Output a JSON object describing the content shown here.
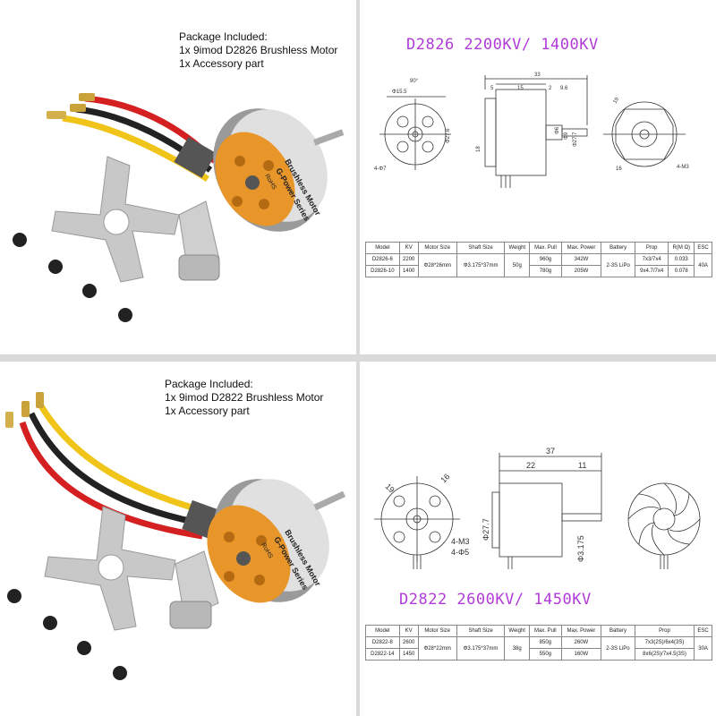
{
  "top_left": {
    "heading": "Package Included:",
    "line1": "1x 9imod D2826 Brushless Motor",
    "line2": "1x Accessory part",
    "motor_label_1": "Brushless Motor",
    "motor_label_2": "G-Power Series",
    "motor_label_3": "RoHS"
  },
  "top_right": {
    "title": "D2826  2200KV/ 1400KV",
    "dims": {
      "d90": "90°",
      "d155": "Φ15.5",
      "d276": "Φ27.6",
      "d47": "4-Φ7",
      "d33": "33",
      "d5": "5",
      "d15": "15",
      "d2": "2",
      "d96": "9.6",
      "d18": "18",
      "d6": "Φ6",
      "d9": "Φ9",
      "d277": "Φ27.7",
      "d19": "19",
      "d16": "16",
      "d4m3": "4-M3"
    },
    "table": {
      "headers": [
        "Model",
        "KV",
        "Motor Size",
        "Shaft Size",
        "Weight",
        "Max. Pull",
        "Max. Power",
        "Battery",
        "Prop",
        "R(M Ω)",
        "ESC"
      ],
      "rows": [
        [
          "D2826-6",
          "2200",
          "960g",
          "342W",
          "7x3/7x4",
          "0.033"
        ],
        [
          "D2826-10",
          "1400",
          "780g",
          "205W",
          "9x4.7/7x4",
          "0.078"
        ]
      ],
      "shared": {
        "motor_size": "Φ28*26mm",
        "shaft_size": "Φ3.175*37mm",
        "weight": "50g",
        "battery": "2-3S LiPo",
        "esc": "40A"
      }
    }
  },
  "bottom_left": {
    "heading": "Package Included:",
    "line1": "1x 9imod D2822 Brushless Motor",
    "line2": "1x Accessory part",
    "motor_label_1": "Brushless Motor",
    "motor_label_2": "G-Power Series",
    "motor_label_3": "RoHS"
  },
  "bottom_right": {
    "title": "D2822  2600KV/ 1450KV",
    "dims": {
      "d37": "37",
      "d22": "22",
      "d11": "11",
      "d19": "19",
      "d16": "16",
      "d277": "Φ27.7",
      "d3175": "Φ3.175",
      "d4m3": "4-M3",
      "d45": "4-Φ5"
    },
    "table": {
      "headers": [
        "Model",
        "KV",
        "Motor Size",
        "Shaft Size",
        "Weight",
        "Max. Pull",
        "Max. Power",
        "Battery",
        "Prop",
        "ESC"
      ],
      "rows": [
        [
          "D2822-8",
          "2600",
          "850g",
          "260W",
          "7x3(2S)/6x4(3S)"
        ],
        [
          "D2822-14",
          "1450",
          "550g",
          "160W",
          "8x6(2S)/7x4.5(3S)"
        ]
      ],
      "shared": {
        "motor_size": "Φ28*22mm",
        "shaft_size": "Φ3.175*37mm",
        "weight": "38g",
        "battery": "2-3S LiPo",
        "esc": "30A"
      }
    }
  },
  "colors": {
    "title": "#b23bd8",
    "motor_orange": "#e8962a",
    "wire_red": "#d42020",
    "wire_yellow": "#f0c419",
    "wire_black": "#222222",
    "metal": "#c8c8c8"
  }
}
